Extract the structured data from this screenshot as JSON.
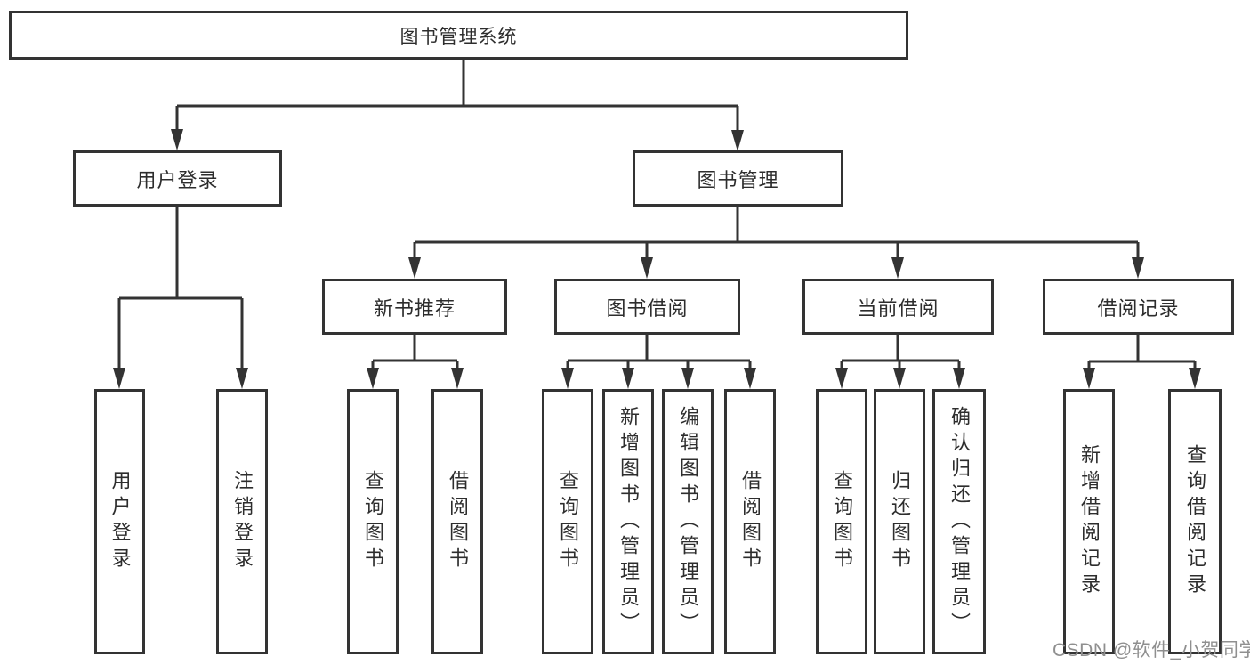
{
  "tree": {
    "root": "图书管理系统",
    "user_login": {
      "label": "用户登录",
      "children": [
        "用户登录",
        "注销登录"
      ]
    },
    "book_mgmt": {
      "label": "图书管理",
      "groups": [
        {
          "label": "新书推荐",
          "children": [
            "查询图书",
            "借阅图书"
          ]
        },
        {
          "label": "图书借阅",
          "children": [
            "查询图书",
            "新增图书（管理员）",
            "编辑图书（管理员）",
            "借阅图书"
          ]
        },
        {
          "label": "当前借阅",
          "children": [
            "查询图书",
            "归还图书",
            "确认归还（管理员）"
          ]
        },
        {
          "label": "借阅记录",
          "children": [
            "新增借阅记录",
            "查询借阅记录"
          ]
        }
      ]
    }
  },
  "watermark": "CSDN @软件_小贺同学",
  "colors": {
    "line": "#333333",
    "box_border": "#333333",
    "box_fill": "#ffffff",
    "text": "#2d2d2d",
    "watermark": "#8f8f8f",
    "background": "#ffffff"
  }
}
